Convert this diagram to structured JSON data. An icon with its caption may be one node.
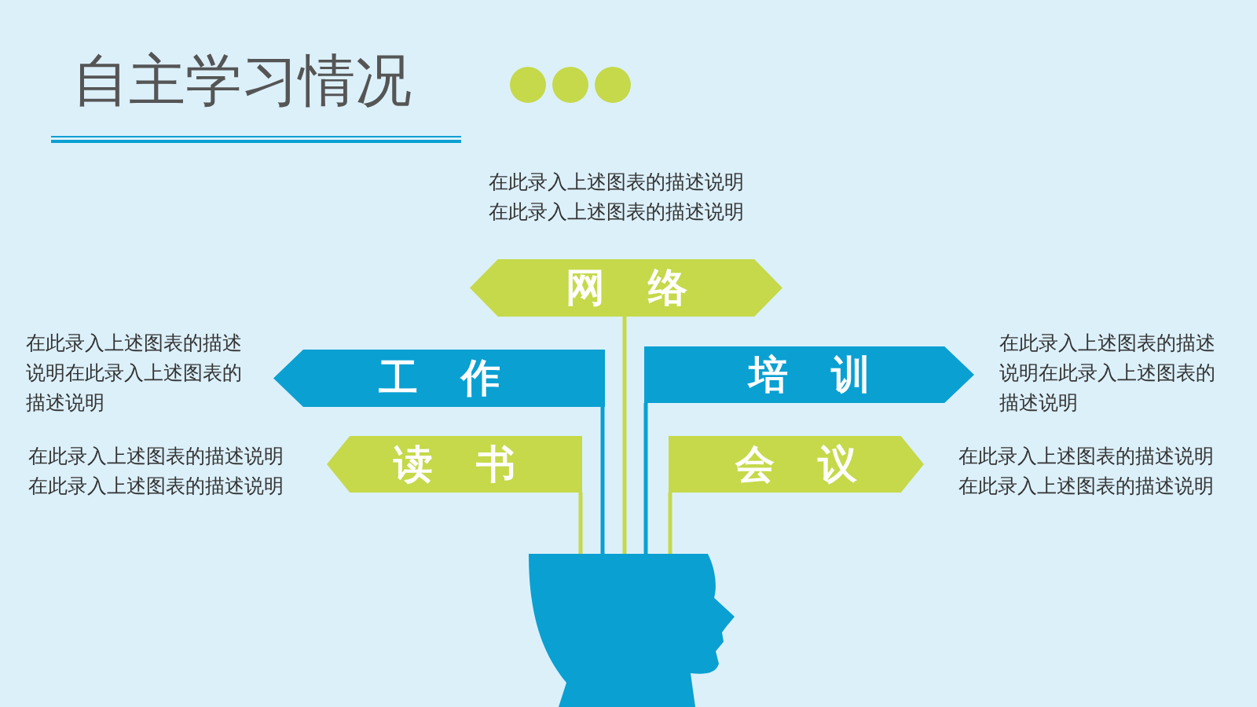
{
  "diagram": {
    "title": "自主学习情况",
    "nodes": [
      {
        "text": [
          "网络"
        ],
        "beside": [
          "在此录入上述图表的描述说明在此录入上述图表的描述说明"
        ]
      },
      {
        "text": [
          "工作"
        ],
        "beside": [
          "在此录入上述图表的描述说明在此录入上述图表的描述说明"
        ]
      },
      {
        "text": [
          "培训"
        ],
        "beside": [
          "在此录入上述图表的描述说明在此录入上述图表的描述说明"
        ]
      },
      {
        "text": [
          "读书"
        ],
        "beside": [
          "在此录入上述图表的描述说明在此录入上述图表的描述说明"
        ]
      },
      {
        "text": [
          "会议"
        ],
        "beside": [
          "在此录入上述图表的描述说明在此录入上述图表的描述说明"
        ]
      },
      {
        "text": [],
        "shape": "person"
      }
    ],
    "edges": [
      {
        "from": 5,
        "to": 3,
        "arrow": "none",
        "color": "#c5d94a"
      },
      {
        "from": 5,
        "to": 1,
        "arrow": "none",
        "color": "#0aa0d2"
      },
      {
        "from": 5,
        "to": 0,
        "arrow": "none",
        "color": "#c5d94a"
      },
      {
        "from": 5,
        "to": 2,
        "arrow": "none",
        "color": "#0aa0d2"
      },
      {
        "from": 5,
        "to": 4,
        "arrow": "none",
        "color": "#c5d94a"
      }
    ]
  }
}
